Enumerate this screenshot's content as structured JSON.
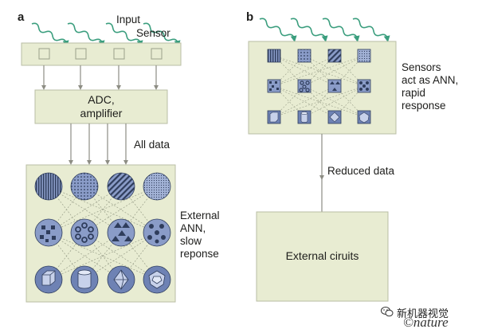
{
  "panel_a": {
    "letter": "a",
    "input_label": "Input",
    "sensor_label": "Sensor",
    "adc_label_line1": "ADC,",
    "adc_label_line2": "amplifier",
    "all_data_label": "All data",
    "ann_label_line1": "External",
    "ann_label_line2": "ANN,",
    "ann_label_line3": "slow",
    "ann_label_line4": "reponse"
  },
  "panel_b": {
    "letter": "b",
    "sensors_label_line1": "Sensors",
    "sensors_label_line2": "act as ANN,",
    "sensors_label_line3": "rapid",
    "sensors_label_line4": "response",
    "reduced_data_label": "Reduced data",
    "external_label": "External ciruits"
  },
  "watermark": {
    "wechat_text": "新机器视觉",
    "nature_text": "©nature"
  },
  "colors": {
    "box_fill": "#e8ecd2",
    "box_border": "#b9bea4",
    "wave": "#3b9e7e",
    "node_fill": "#8a9cc8",
    "node_dark": "#2f3d5c",
    "arrow": "#8d8d84"
  }
}
